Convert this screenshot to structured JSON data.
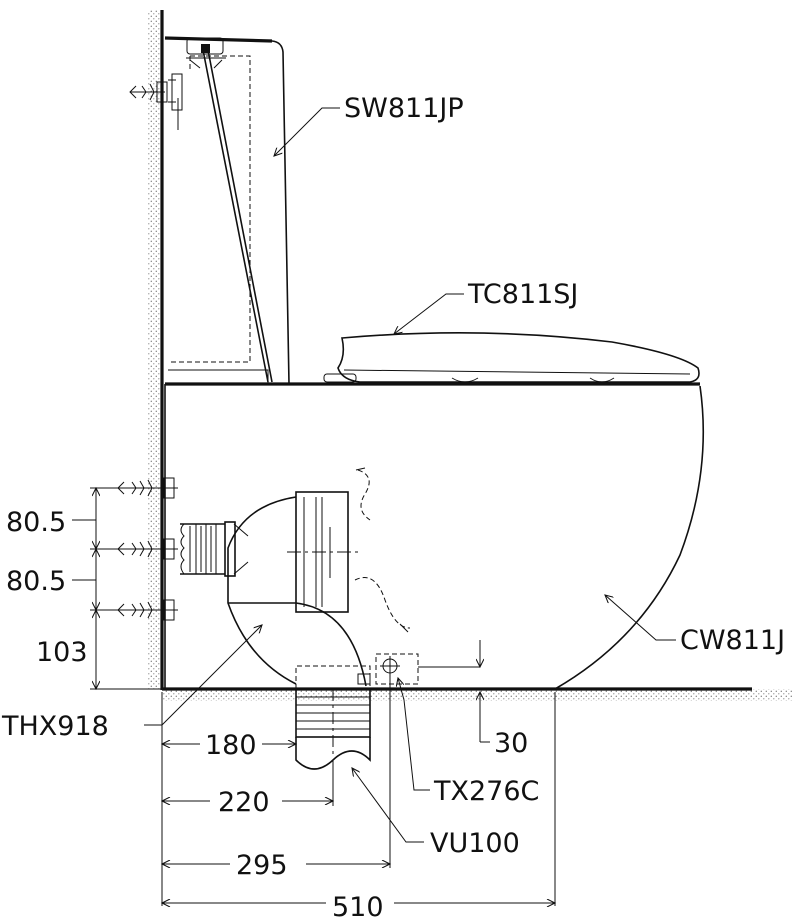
{
  "parts": {
    "tank": "SW811JP",
    "seat": "TC811SJ",
    "bowl": "CW811J",
    "elbow": "THX918",
    "flush_valve": "TX276C",
    "drain": "VU100"
  },
  "dims": {
    "wall_pitch_top": "80.5",
    "wall_pitch_mid": "80.5",
    "wall_pitch_bottom": "103",
    "floor_offset": "30",
    "d180": "180",
    "d220": "220",
    "d295": "295",
    "d510": "510"
  }
}
